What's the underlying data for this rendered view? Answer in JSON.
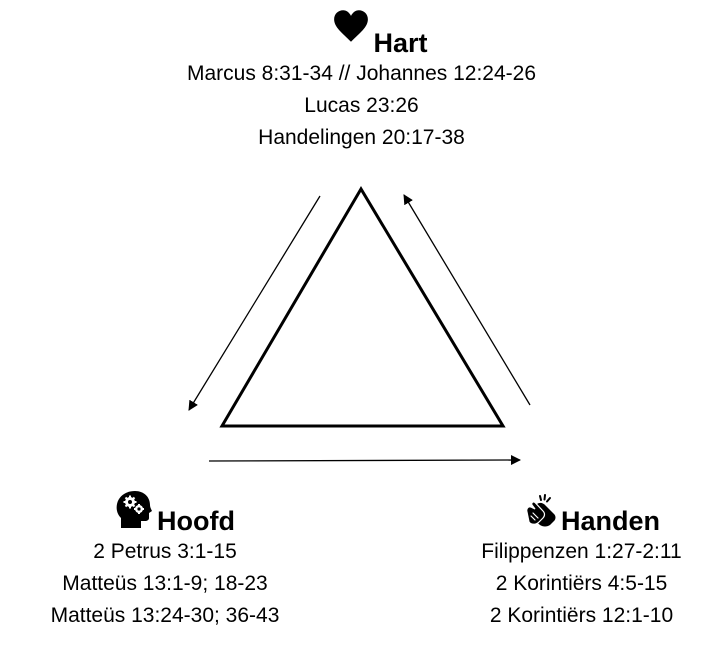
{
  "nodes": {
    "hart": {
      "title": "Hart",
      "icon": "heart-icon",
      "references": [
        "Marcus 8:31-34 // Johannes 12:24-26",
        "Lucas 23:26",
        "Handelingen 20:17-38"
      ]
    },
    "hoofd": {
      "title": "Hoofd",
      "icon": "head-gears-icon",
      "references": [
        "2 Petrus 3:1-15",
        "Matteüs 13:1-9; 18-23",
        "Matteüs 13:24-30; 36-43"
      ]
    },
    "handen": {
      "title": "Handen",
      "icon": "clapping-hands-icon",
      "references": [
        "Filippenzen 1:27-2:11",
        "2 Korintiërs 4:5-15",
        "2 Korintiërs 12:1-10"
      ]
    }
  },
  "colors": {
    "stroke": "#000000",
    "text": "#000000",
    "background": "#ffffff"
  }
}
